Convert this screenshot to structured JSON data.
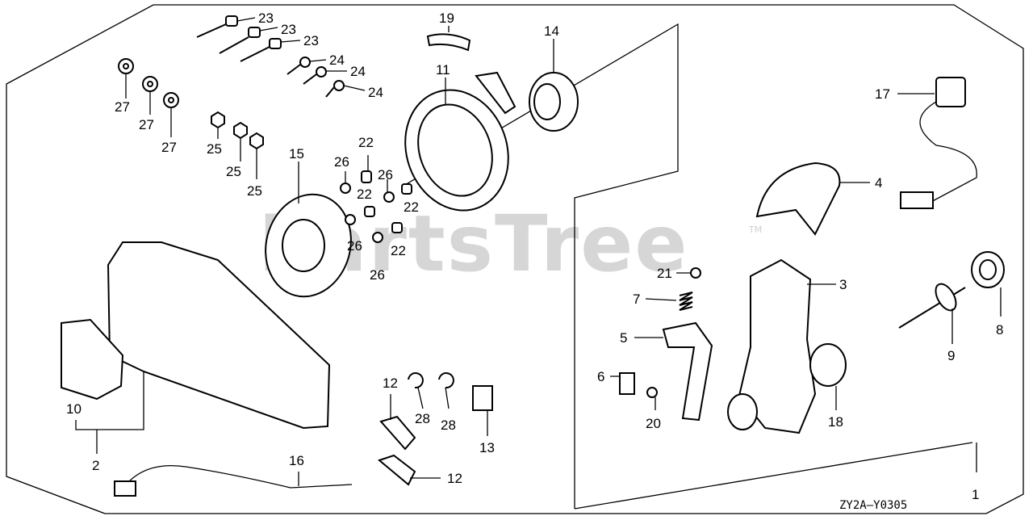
{
  "watermark": {
    "brand": "PartsTree",
    "trademark": "TM"
  },
  "diagram_code": "ZY2A—Y0305",
  "callouts": [
    {
      "id": "c23a",
      "text": "23"
    },
    {
      "id": "c23b",
      "text": "23"
    },
    {
      "id": "c23c",
      "text": "23"
    },
    {
      "id": "c24a",
      "text": "24"
    },
    {
      "id": "c24b",
      "text": "24"
    },
    {
      "id": "c24c",
      "text": "24"
    },
    {
      "id": "c27a",
      "text": "27"
    },
    {
      "id": "c27b",
      "text": "27"
    },
    {
      "id": "c27c",
      "text": "27"
    },
    {
      "id": "c25a",
      "text": "25"
    },
    {
      "id": "c25b",
      "text": "25"
    },
    {
      "id": "c25c",
      "text": "25"
    },
    {
      "id": "c19",
      "text": "19"
    },
    {
      "id": "c14",
      "text": "14"
    },
    {
      "id": "c11",
      "text": "11"
    },
    {
      "id": "c15",
      "text": "15"
    },
    {
      "id": "c22a",
      "text": "22"
    },
    {
      "id": "c22b",
      "text": "22"
    },
    {
      "id": "c22c",
      "text": "22"
    },
    {
      "id": "c22d",
      "text": "22"
    },
    {
      "id": "c26a",
      "text": "26"
    },
    {
      "id": "c26b",
      "text": "26"
    },
    {
      "id": "c26c",
      "text": "26"
    },
    {
      "id": "c26d",
      "text": "26"
    },
    {
      "id": "c17",
      "text": "17"
    },
    {
      "id": "c4",
      "text": "4"
    },
    {
      "id": "c3",
      "text": "3"
    },
    {
      "id": "c21",
      "text": "21"
    },
    {
      "id": "c7",
      "text": "7"
    },
    {
      "id": "c5",
      "text": "5"
    },
    {
      "id": "c6",
      "text": "6"
    },
    {
      "id": "c20",
      "text": "20"
    },
    {
      "id": "c18",
      "text": "18"
    },
    {
      "id": "c8",
      "text": "8"
    },
    {
      "id": "c9",
      "text": "9"
    },
    {
      "id": "c1",
      "text": "1"
    },
    {
      "id": "c10",
      "text": "10"
    },
    {
      "id": "c2",
      "text": "2"
    },
    {
      "id": "c16",
      "text": "16"
    },
    {
      "id": "c12a",
      "text": "12"
    },
    {
      "id": "c12b",
      "text": "12"
    },
    {
      "id": "c28a",
      "text": "28"
    },
    {
      "id": "c28b",
      "text": "28"
    },
    {
      "id": "c13",
      "text": "13"
    }
  ]
}
